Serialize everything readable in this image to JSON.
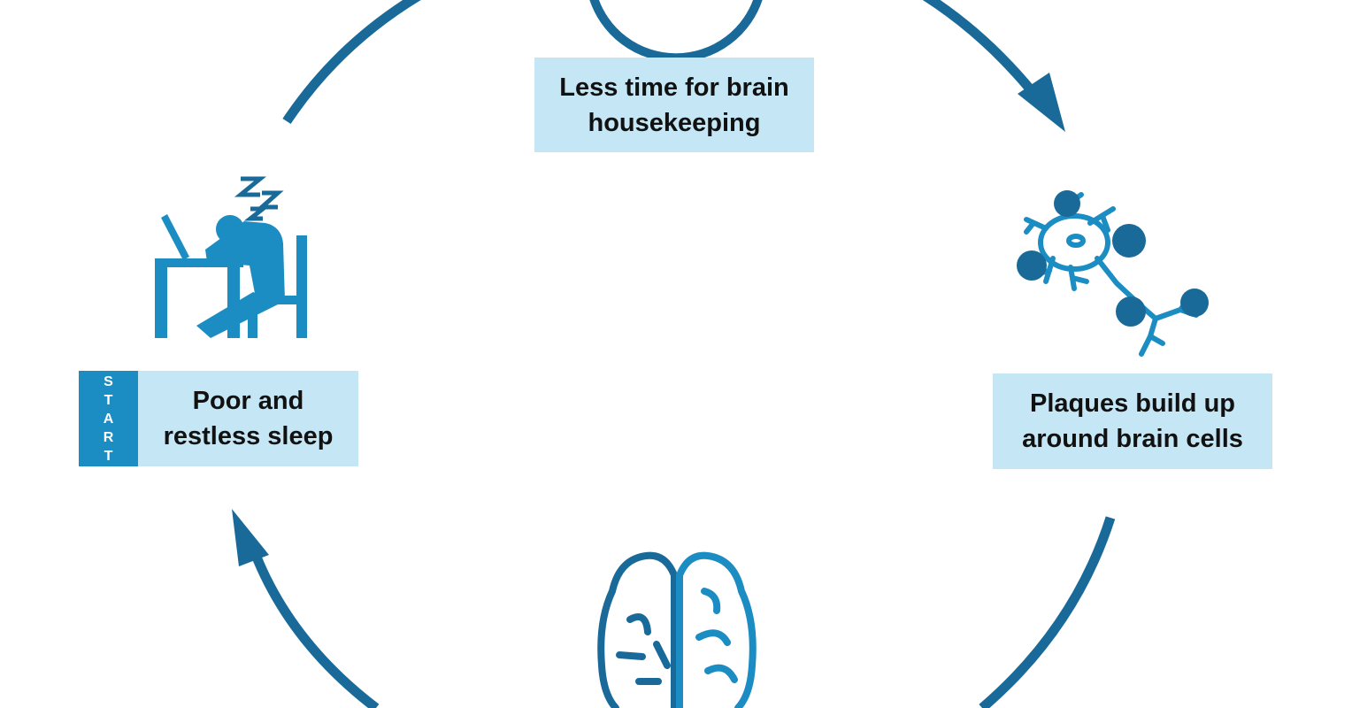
{
  "colors": {
    "arrow": "#1a6a99",
    "icon_light": "#1c8dc3",
    "icon_dark": "#1a6a99",
    "label_bg": "#c5e6f4",
    "text": "#111111"
  },
  "start_tab": {
    "letters": [
      "S",
      "T",
      "A",
      "R",
      "T"
    ]
  },
  "nodes": [
    {
      "id": "top",
      "icon": "partial-circle-icon",
      "lines": [
        "Less time for brain",
        "housekeeping"
      ]
    },
    {
      "id": "right",
      "icon": "neuron-plaques-icon",
      "lines": [
        "Plaques build up",
        "around brain cells"
      ]
    },
    {
      "id": "bottom",
      "icon": "brain-icon",
      "lines": []
    },
    {
      "id": "left",
      "icon": "sleeping-at-desk-icon",
      "lines": [
        "Poor and",
        "restless sleep"
      ]
    }
  ]
}
